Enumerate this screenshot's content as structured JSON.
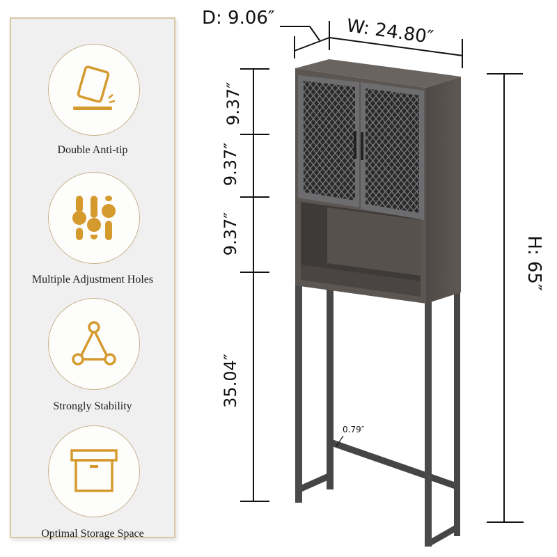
{
  "features": [
    {
      "label": "Double Anti-tip",
      "icon": "anti-tip-icon"
    },
    {
      "label": "Multiple Adjustment Holes",
      "icon": "adjustment-holes-icon"
    },
    {
      "label": "Strongly Stability",
      "icon": "triangle-stability-icon"
    },
    {
      "label": "Optimal Storage Space",
      "icon": "storage-box-icon"
    }
  ],
  "dimensions": {
    "depth": "D: 9.06″",
    "width": "W: 24.80″",
    "height": "H: 65″",
    "section_1": "9.37″",
    "section_2": "9.37″",
    "section_3": "9.37″",
    "leg_clearance": "35.04″",
    "bar_thickness": "0.79″"
  },
  "colors": {
    "accent_gold": "#d59a2e",
    "circle_border": "#c7b48e",
    "panel_bg": "#f0f0f1",
    "wood": "#5a5552",
    "metal": "#454545"
  }
}
